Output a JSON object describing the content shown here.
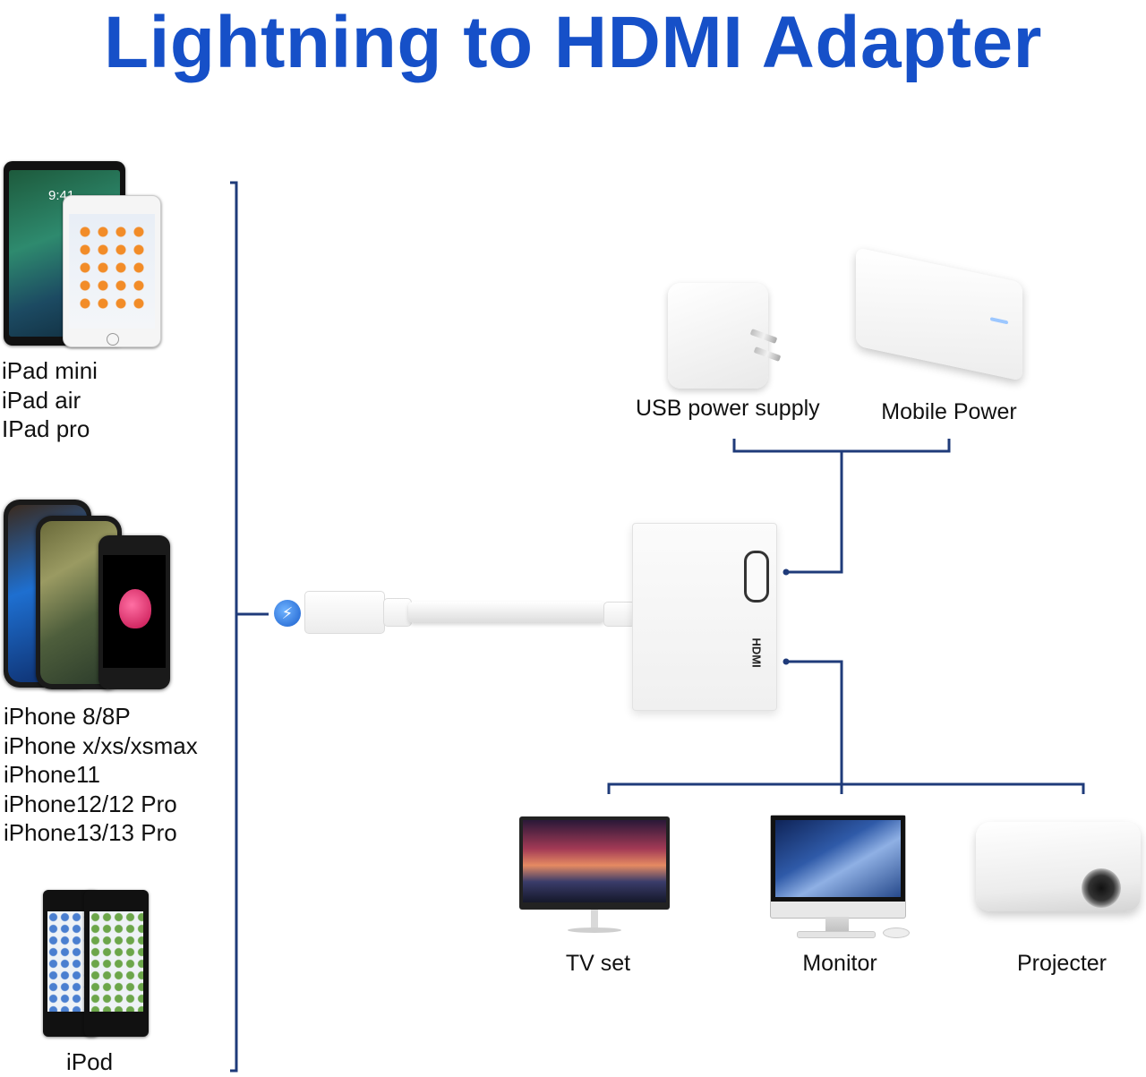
{
  "title": "Lightning to HDMI Adapter",
  "compatible_devices": {
    "ipad": [
      "iPad mini",
      "iPad air",
      "IPad pro"
    ],
    "iphone": [
      "iPhone 8/8P",
      "iPhone x/xs/xsmax",
      "iPhone11",
      "iPhone12/12 Pro",
      "iPhone13/13 Pro"
    ],
    "ipod": "iPod"
  },
  "adapter": {
    "port_label": "HDMI"
  },
  "power_sources": [
    "USB power supply",
    "Mobile Power"
  ],
  "displays": [
    "TV set",
    "Monitor",
    "Projecter"
  ],
  "colors": {
    "title": "#1650c8",
    "lines": "#1f3b7a",
    "lightning_icon": "#2b6fd6"
  }
}
